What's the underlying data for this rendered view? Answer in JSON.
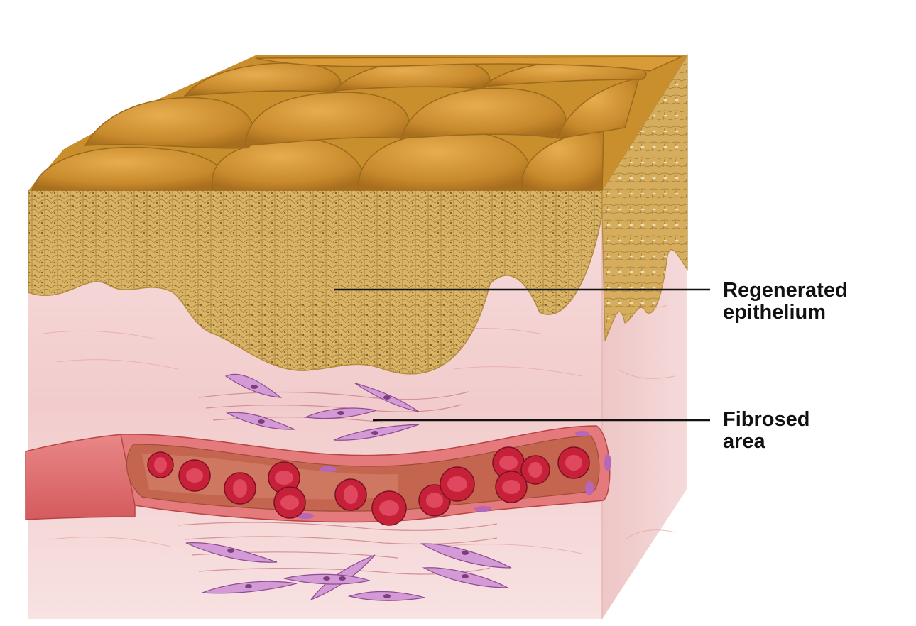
{
  "labels": {
    "regenerated_epithelium": {
      "line1": "Regenerated",
      "line2": "epithelium"
    },
    "fibrosed_area": {
      "line1": "Fibrosed",
      "line2": "area"
    }
  },
  "colors": {
    "keratin_surface": "#c98f2c",
    "epithelium": "#d8b061",
    "dermis": "#f3d3d3",
    "vessel_wall": "#e06b6d",
    "red_blood_cell": "#c7213a",
    "fibroblast": "#cf8fcf",
    "leader_line": "#111111"
  }
}
